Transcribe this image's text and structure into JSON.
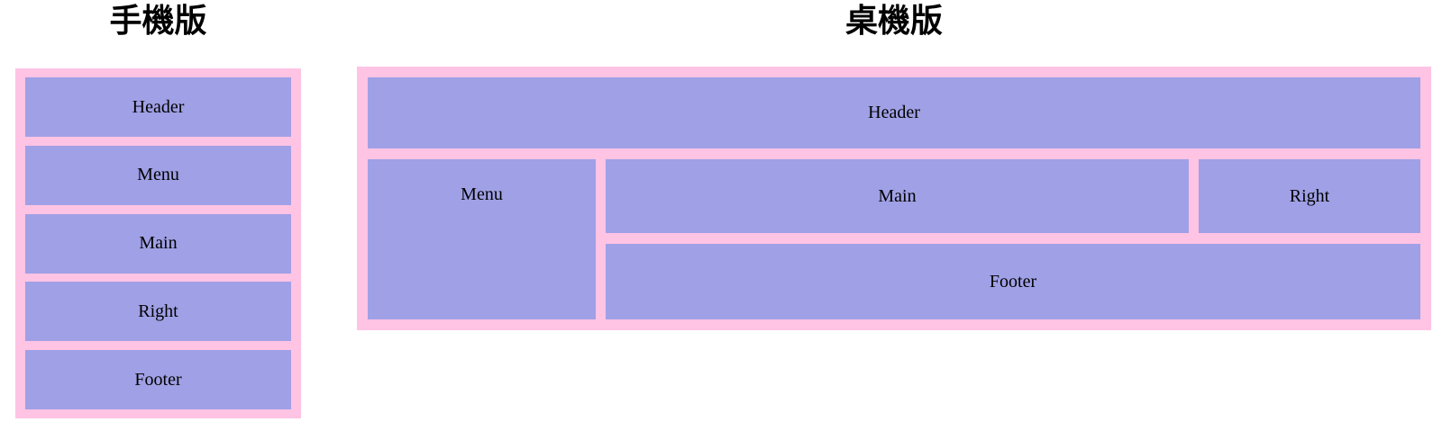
{
  "colors": {
    "page_bg": "#ffffff",
    "panel_bg": "#ffc3e4",
    "box_bg": "#a0a0e6",
    "text": "#000000"
  },
  "mobile_panel": {
    "title": "手機版",
    "boxes": [
      "Header",
      "Menu",
      "Main",
      "Right",
      "Footer"
    ]
  },
  "desktop_panel": {
    "title": "桌機版",
    "header_label": "Header",
    "menu_label": "Menu",
    "main_label": "Main",
    "right_label": "Right",
    "footer_label": "Footer"
  }
}
